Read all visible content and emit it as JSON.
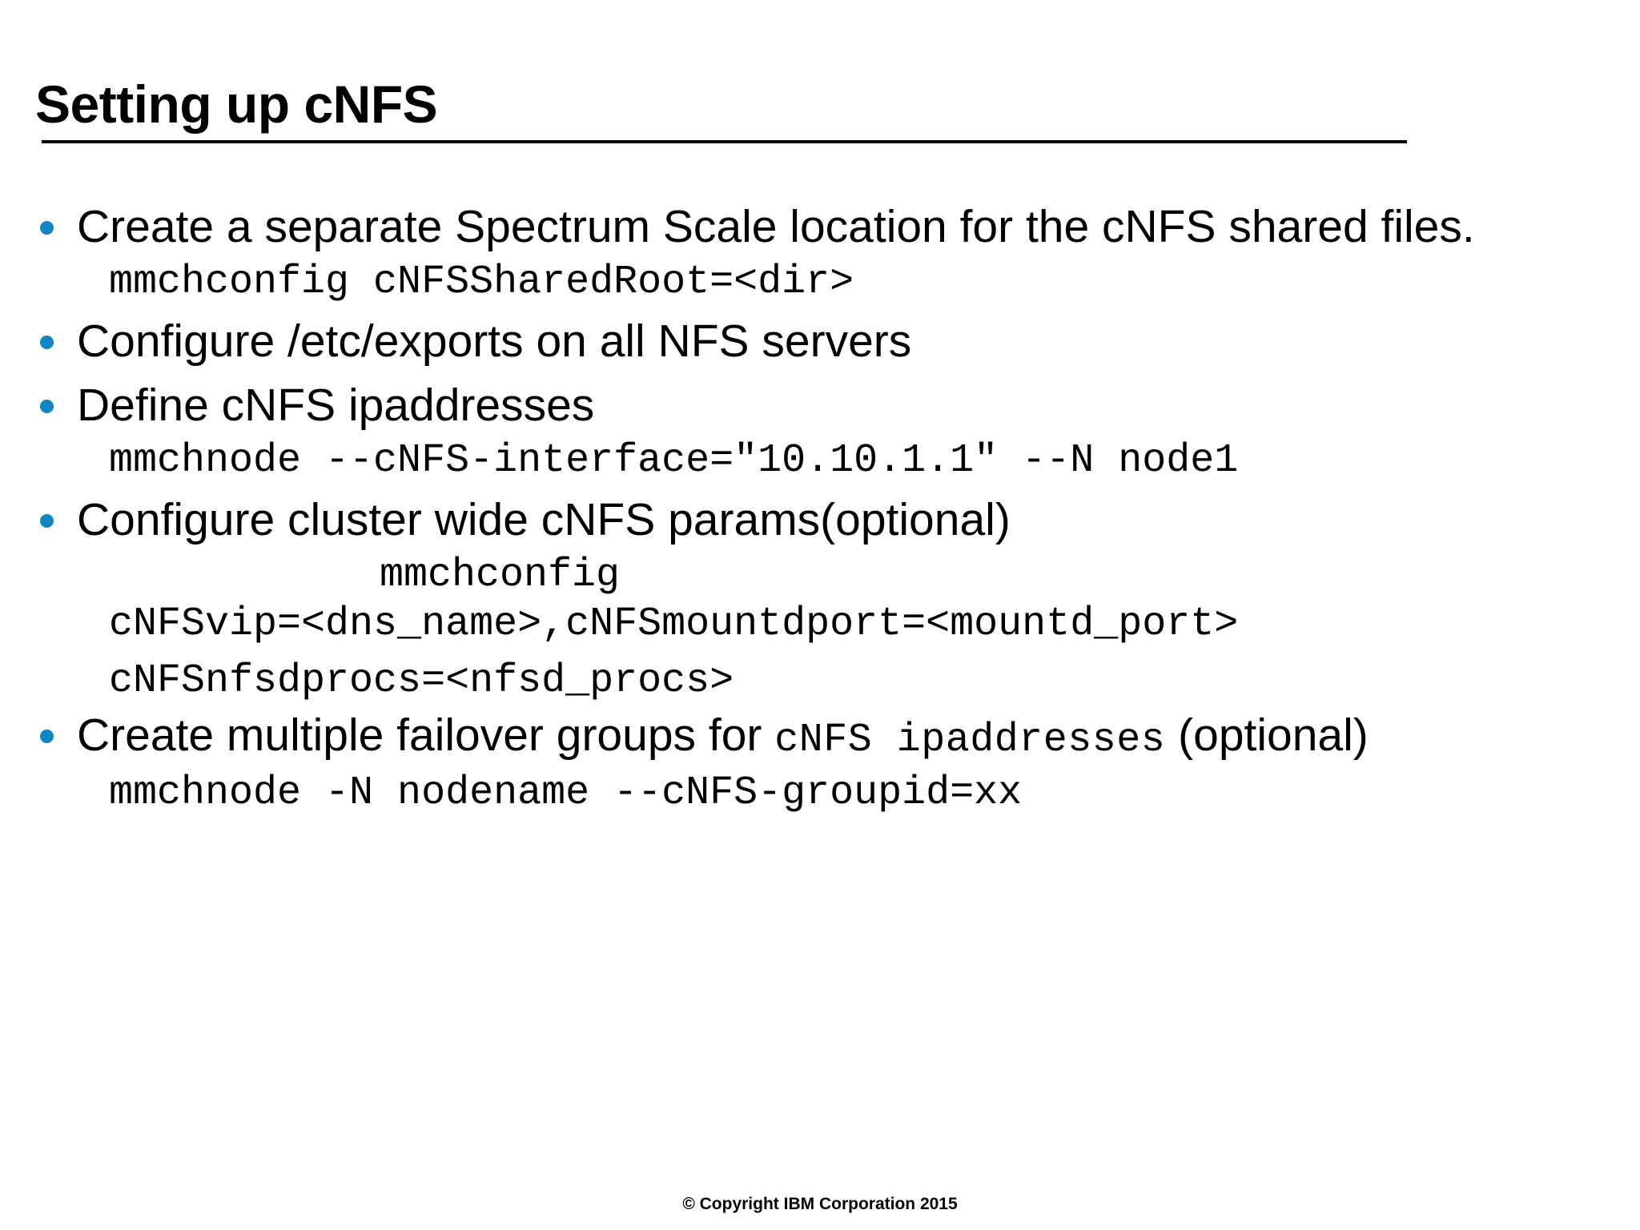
{
  "slide": {
    "title": "Setting up cNFS",
    "accent_color": "#0f86c0",
    "background_color": "#ffffff",
    "text_color": "#000000"
  },
  "body": {
    "bullets": [
      {
        "text": "Create a separate Spectrum Scale location for the cNFS shared files.",
        "code": [
          "mmchconfig cNFSSharedRoot=<dir>"
        ]
      },
      {
        "text": "Configure /etc/exports on all NFS servers",
        "code": []
      },
      {
        "text": "Define cNFS ipaddresses",
        "code": [
          "mmchnode --cNFS-interface=\"10.10.1.1\" --N node1"
        ]
      },
      {
        "text": "Configure cluster wide cNFS params(optional)",
        "code": [
          "mmchconfig",
          "cNFSvip=<dns_name>,cNFSmountdport=<mountd_port>",
          "cNFSnfsdprocs=<nfsd_procs>"
        ]
      },
      {
        "text_plain": "Create  multiple failover groups for ",
        "text_mono": "cNFS ipaddresses",
        "text_tail": " (optional)",
        "code": [
          "mmchnode -N nodename --cNFS-groupid=xx"
        ]
      }
    ]
  },
  "footer": {
    "copyright": "© Copyright IBM Corporation 2015"
  }
}
